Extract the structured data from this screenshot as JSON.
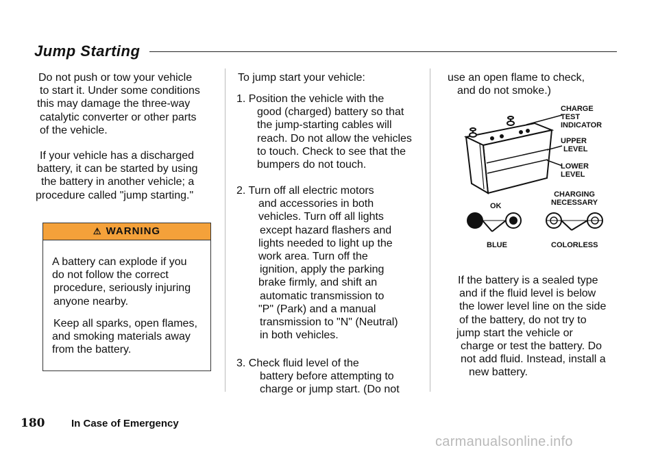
{
  "header": {
    "title": "Jump Starting"
  },
  "col1": {
    "p1": [
      "Do not push or tow your vehicle",
      "to start it. Under some conditions",
      "this may damage the three-way",
      "catalytic converter or other parts",
      "of the vehicle."
    ],
    "p2": [
      "If your vehicle has a discharged",
      "battery, it can be started by using",
      "the battery in another vehicle; a",
      "procedure called \"jump starting.\""
    ],
    "warning": {
      "label": "WARNING",
      "p1": [
        "A battery can explode if you",
        "do not follow the correct",
        "procedure, seriously injuring",
        "anyone nearby."
      ],
      "p2": [
        "Keep all sparks, open flames,",
        "and smoking materials away",
        "from the battery."
      ]
    }
  },
  "col2": {
    "intro": "To jump start your vehicle:",
    "step1": [
      "1.  Position the vehicle with the",
      "good (charged) battery so that",
      "the jump-starting cables will",
      "reach. Do not allow the vehicles",
      "to touch. Check to see that the",
      "bumpers do not touch."
    ],
    "step2": [
      "2.  Turn off all electric motors",
      "and accessories in both",
      "vehicles. Turn off all lights",
      "except hazard flashers and",
      "lights needed to light up the",
      "work area. Turn off the",
      "ignition, apply the parking",
      "brake firmly, and shift an",
      "automatic transmission to",
      "\"P\" (Park) and a manual",
      "transmission to \"N\" (Neutral)",
      "in both vehicles."
    ],
    "step3": [
      "3.  Check fluid level of the",
      "battery before attempting to",
      "charge or jump start. (Do not"
    ]
  },
  "col3": {
    "cont": [
      "use an open flame to check,",
      "and do not smoke.)"
    ],
    "diagram": {
      "charge_test": [
        "CHARGE",
        "TEST",
        "INDICATOR"
      ],
      "upper": [
        "UPPER",
        "LEVEL"
      ],
      "lower": [
        "LOWER",
        "LEVEL"
      ],
      "charging": [
        "CHARGING",
        "NECESSARY"
      ],
      "ok": "OK",
      "blue": "BLUE",
      "colorless": "COLORLESS"
    },
    "p": [
      "If the battery is a sealed type",
      "and if the fluid level is below",
      "the lower level line on the side",
      "of the battery, do not try to",
      "jump start the vehicle or",
      "charge or test the battery. Do",
      "not add fluid. Instead, install a",
      "new battery."
    ]
  },
  "footer": {
    "page_number": "180",
    "section": "In Case of Emergency"
  },
  "watermark": "carmanualsonline.info",
  "colors": {
    "warning_bg": "#f4a13a"
  }
}
